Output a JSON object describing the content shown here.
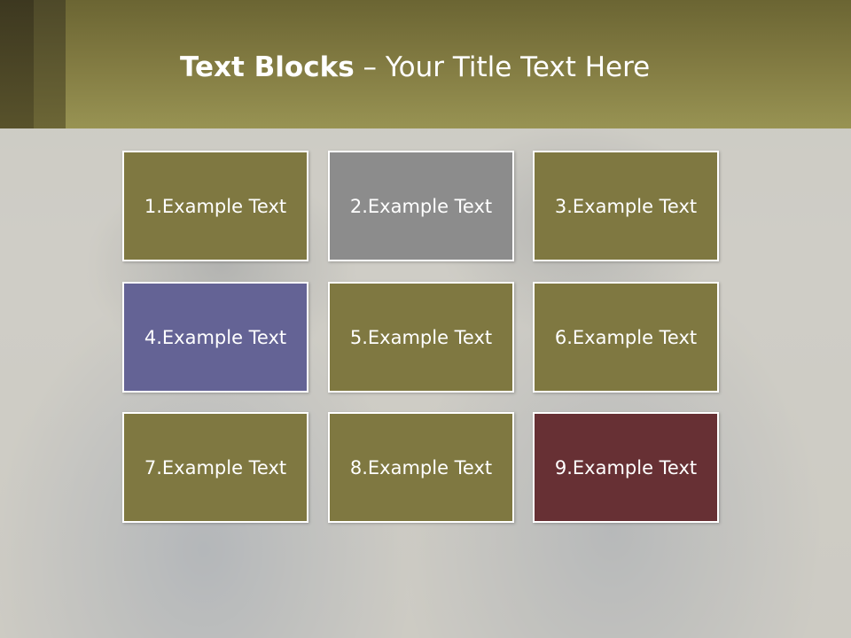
{
  "title": {
    "bold": "Text Blocks",
    "rest": " – Your Title Text Here"
  },
  "blocks": [
    {
      "label": "1.Example Text",
      "color": "#7f7841"
    },
    {
      "label": "2.Example Text",
      "color": "#8c8c8c"
    },
    {
      "label": "3.Example Text",
      "color": "#7f7841"
    },
    {
      "label": "4.Example Text",
      "color": "#646395"
    },
    {
      "label": "5.Example Text",
      "color": "#7f7841"
    },
    {
      "label": "6.Example Text",
      "color": "#7f7841"
    },
    {
      "label": "7.Example Text",
      "color": "#7f7841"
    },
    {
      "label": "8.Example Text",
      "color": "#7f7841"
    },
    {
      "label": "9.Example Text",
      "color": "#673034"
    }
  ],
  "theme": {
    "header": "#827b42",
    "accent_olive": "#7f7841"
  }
}
